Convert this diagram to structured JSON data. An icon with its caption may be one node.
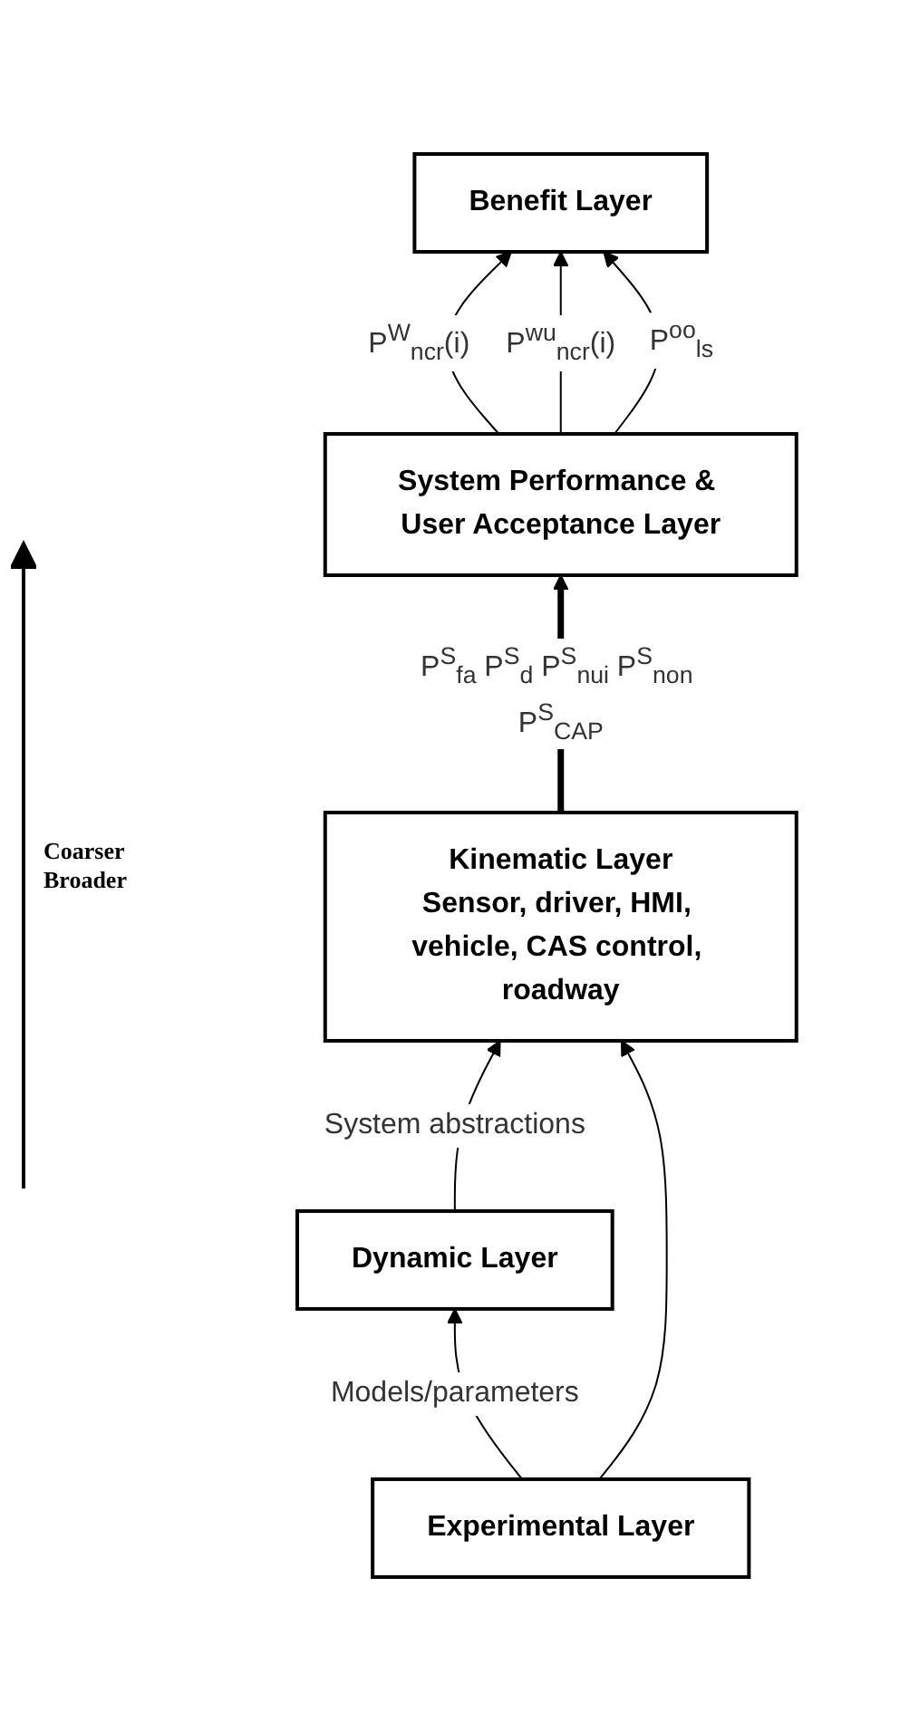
{
  "diagram": {
    "nodes": [
      {
        "text": [
          "Benefit Layer"
        ]
      },
      {
        "text": [
          "System Performance & User Acceptance Layer"
        ]
      },
      {
        "text": [
          "Kinematic Layer",
          "Sensor, driver, HMI, vehicle, CAS control, roadway"
        ]
      },
      {
        "text": [
          "Dynamic Layer"
        ]
      },
      {
        "text": [
          "Experimental Layer"
        ]
      }
    ],
    "edges": [
      {
        "from": 1,
        "to": 0,
        "arrow": "to",
        "label": "P$^{W}$$_{ncr}$(i)"
      },
      {
        "from": 1,
        "to": 0,
        "arrow": "to",
        "label": "P$^{wu}$$_{ncr}$(i)"
      },
      {
        "from": 1,
        "to": 0,
        "arrow": "to",
        "label": "P$^{oo}$$_{ls}$"
      },
      {
        "from": 2,
        "to": 1,
        "arrow": "to",
        "style": "thick",
        "label": "P$^{S}$$_{fa}$ P$^{S}$$_{d}$ P$^{S}$$_{nui}$ P$^{S}$$_{non}$ P$^{S}$$_{CAP}$"
      },
      {
        "from": 3,
        "to": 2,
        "arrow": "to",
        "label": "System abstractions"
      },
      {
        "from": 4,
        "to": 3,
        "arrow": "to",
        "label": "Models/parameters"
      },
      {
        "from": 4,
        "to": 2,
        "arrow": "to"
      }
    ],
    "labels": [
      "Coarser Broader"
    ]
  }
}
